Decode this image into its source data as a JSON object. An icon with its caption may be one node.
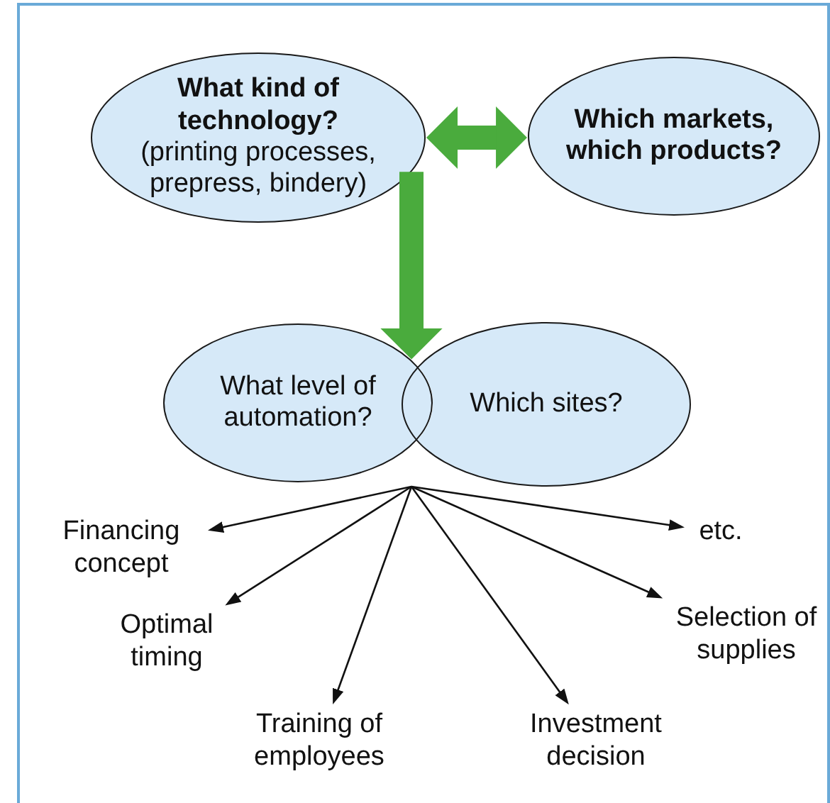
{
  "diagram": {
    "nodes": [
      {
        "text": [
          "What kind of technology?",
          "(printing processes, prepress, bindery)"
        ]
      },
      {
        "text": [
          "Which markets, which products?"
        ]
      },
      {
        "text": [
          "What level of automation?"
        ]
      },
      {
        "text": [
          "Which sites?"
        ]
      },
      {
        "text": [
          "Financing concept"
        ]
      },
      {
        "text": [
          "Optimal timing"
        ]
      },
      {
        "text": [
          "Training of employees"
        ]
      },
      {
        "text": [
          "Investment decision"
        ]
      },
      {
        "text": [
          "Selection of supplies"
        ]
      },
      {
        "text": [
          "etc."
        ]
      }
    ],
    "edges": [
      {
        "from": 0,
        "to": 1,
        "arrow": "both",
        "style": "thick",
        "color": "#4aab3d"
      },
      {
        "from": 0,
        "to": 2,
        "arrow": "to",
        "style": "thick",
        "color": "#4aab3d"
      },
      {
        "from": 3,
        "to": 4,
        "arrow": "to"
      },
      {
        "from": 3,
        "to": 5,
        "arrow": "to"
      },
      {
        "from": 3,
        "to": 6,
        "arrow": "to"
      },
      {
        "from": 3,
        "to": 7,
        "arrow": "to"
      },
      {
        "from": 3,
        "to": 8,
        "arrow": "to"
      },
      {
        "from": 3,
        "to": 9,
        "arrow": "to"
      }
    ]
  }
}
